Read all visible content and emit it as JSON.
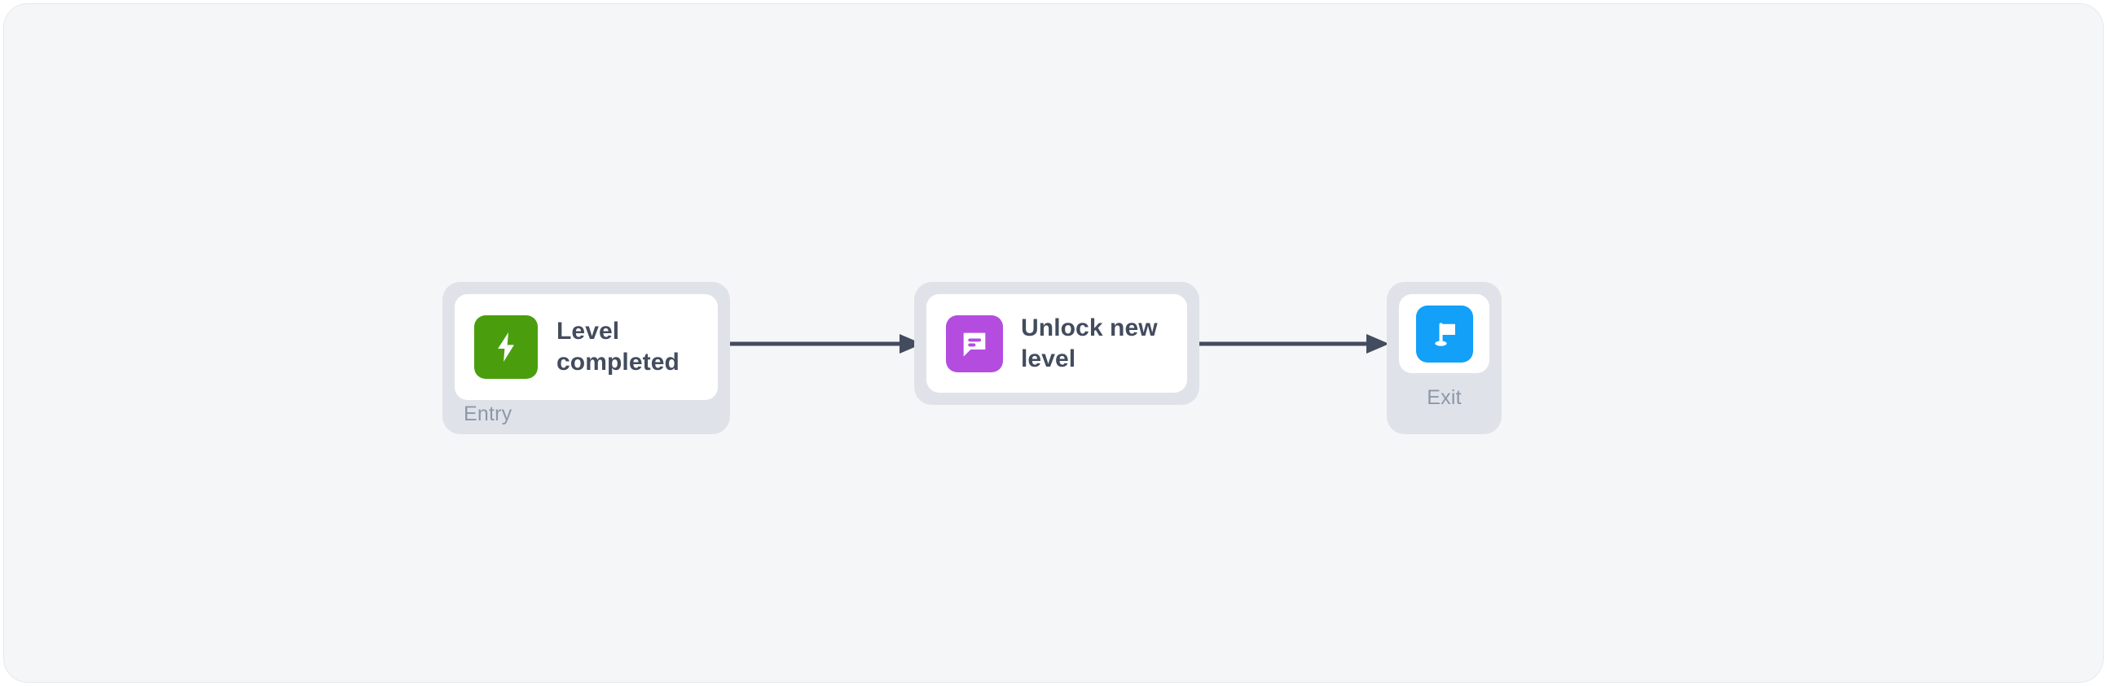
{
  "canvas": {
    "background_color": "#f5f6f7",
    "border_color": "#e8e9ee"
  },
  "flow": {
    "nodes": [
      {
        "id": "entry",
        "title": "Level\ncompleted",
        "sublabel": "Entry",
        "icon_name": "lightning-bolt-icon",
        "icon_color": "#4a9e0d"
      },
      {
        "id": "action",
        "title": "Unlock new\nlevel",
        "sublabel": "",
        "icon_name": "speech-bubble-icon",
        "icon_color": "#b44ce0"
      },
      {
        "id": "exit",
        "title": "",
        "sublabel": "Exit",
        "icon_name": "flag-icon",
        "icon_color": "#12a0f8"
      }
    ],
    "connectors": [
      {
        "id": "entry-to-action",
        "from": "entry",
        "to": "action",
        "color": "#434c5e"
      },
      {
        "id": "action-to-exit",
        "from": "action",
        "to": "exit",
        "color": "#434c5e"
      }
    ],
    "colors": {
      "node_shell": "#dfe3e9",
      "node_card": "#ffffff",
      "title_text": "#434c5e",
      "sublabel_text": "#8d97a6",
      "connector": "#434c5e"
    }
  }
}
